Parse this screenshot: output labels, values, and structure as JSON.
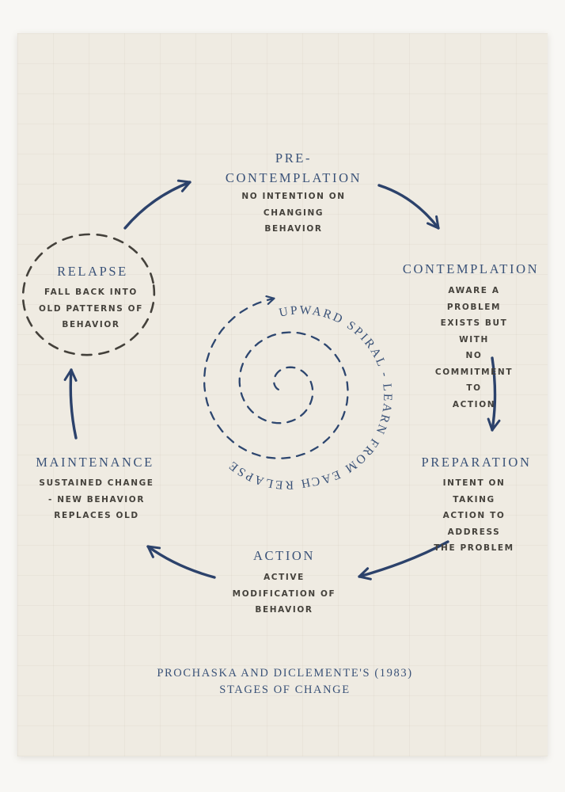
{
  "poster": {
    "stages": {
      "pre_contemplation": {
        "label": "PRE-\nCONTEMPLATION",
        "desc": "NO INTENTION ON\nCHANGING\nBEHAVIOR"
      },
      "contemplation": {
        "label": "CONTEMPLATION",
        "desc": "AWARE A PROBLEM\nEXISTS BUT WITH\nNO COMMITMENT TO\nACTION"
      },
      "preparation": {
        "label": "PREPARATION",
        "desc": "INTENT ON TAKING\nACTION TO ADDRESS\nTHE PROBLEM"
      },
      "action": {
        "label": "ACTION",
        "desc": "ACTIVE\nMODIFICATION OF\nBEHAVIOR"
      },
      "maintenance": {
        "label": "MAINTENANCE",
        "desc": "SUSTAINED CHANGE\n- NEW BEHAVIOR\nREPLACES OLD"
      },
      "relapse": {
        "label": "RELAPSE",
        "desc": "FALL BACK INTO\nOLD PATTERNS OF\nBEHAVIOR"
      }
    },
    "center": {
      "spiral_label": "UPWARD SPIRAL - LEARN FROM EACH RELAPSE"
    },
    "caption": "PROCHASKA AND DICLEMENTE'S (1983)\nSTAGES OF CHANGE",
    "colors": {
      "heading_navy": "#3a5278",
      "ink_navy": "#2c426b",
      "handwriting_gray": "#45423c",
      "poster_bg": "#efebe2",
      "mat_bg": "#f8f7f4"
    }
  }
}
